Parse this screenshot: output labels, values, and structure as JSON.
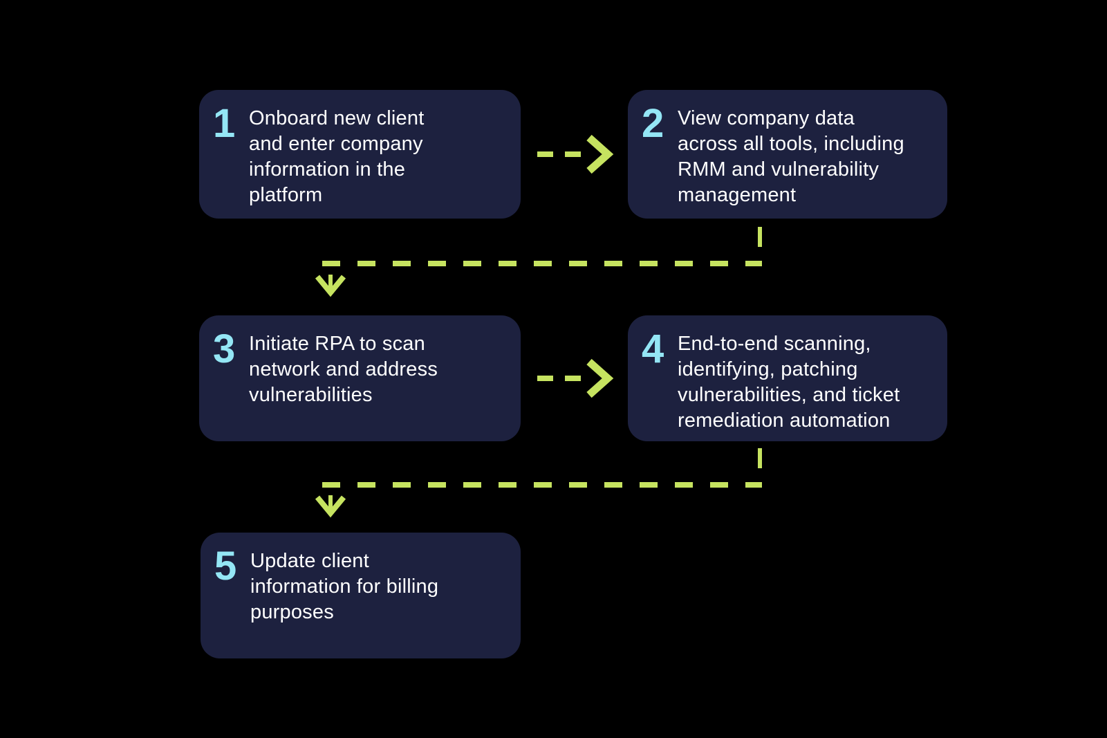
{
  "colors": {
    "background": "#000000",
    "box": "#1d213f",
    "number": "#94e6f5",
    "text": "#ffffff",
    "arrow": "#c6e360"
  },
  "diagram": {
    "type": "flowchart",
    "steps": [
      {
        "number": "1",
        "text": "Onboard new client\nand enter company\ninformation in the\nplatform"
      },
      {
        "number": "2",
        "text": "View company data\nacross all tools, including\nRMM and vulnerability\nmanagement"
      },
      {
        "number": "3",
        "text": "Initiate RPA to scan\nnetwork and address\nvulnerabilities"
      },
      {
        "number": "4",
        "text": "End-to-end scanning,\nidentifying, patching\nvulnerabilities, and ticket\nremediation automation"
      },
      {
        "number": "5",
        "text": "Update client\ninformation for billing\npurposes"
      }
    ],
    "flow": "1 → 2 → 3 → 4 → 5"
  }
}
